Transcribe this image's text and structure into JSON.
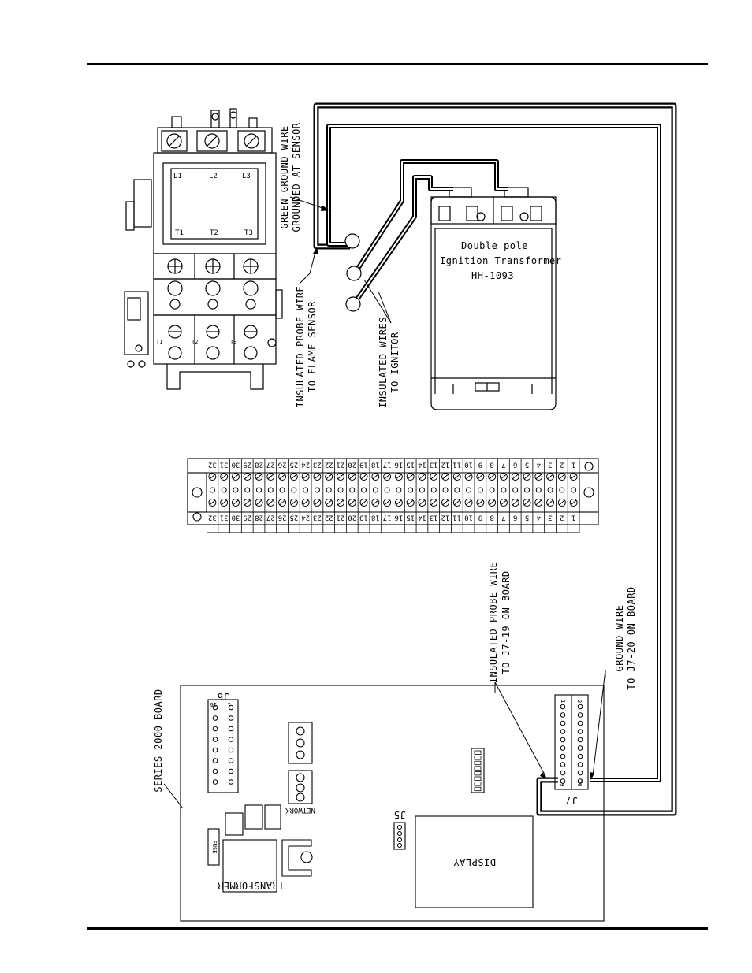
{
  "contactor": {
    "line_labels": [
      "L1",
      "L2",
      "L3"
    ],
    "load_labels": [
      "T1",
      "T2",
      "T3"
    ],
    "side_labels": [
      "T1",
      "T2",
      "T3"
    ]
  },
  "labels": {
    "green_ground_1": "GREEN GROUND WIRE",
    "green_ground_2": "GROUNDED AT SENSOR",
    "probe_sensor_1": "INSULATED PROBE WIRE",
    "probe_sensor_2": "TO FLAME SENSOR",
    "ignitor_1": "INSULATED WIRES",
    "ignitor_2": "TO IGNITOR",
    "probe_board_1": "INSULATED PROBE WIRE",
    "probe_board_2": "TO J7-19 ON BOARD",
    "ground_board_1": "GROUND WIRE",
    "ground_board_2": "TO J7-20 ON BOARD",
    "series_board": "SERIES 2000 BOARD"
  },
  "transformer": {
    "line1": "Double pole",
    "line2": "Ignition Transformer",
    "line3": "HH-1093"
  },
  "terminal_strip": {
    "left_numbers": [
      "1",
      "2",
      "3",
      "4",
      "5",
      "6",
      "7",
      "8",
      "9",
      "10",
      "11",
      "12",
      "13",
      "14",
      "15",
      "16",
      "17",
      "18",
      "19",
      "20",
      "21",
      "22",
      "23",
      "24",
      "25",
      "26",
      "27",
      "28",
      "29",
      "30",
      "31",
      "32"
    ],
    "right_numbers": [
      "1",
      "2",
      "3",
      "4",
      "5",
      "6",
      "7",
      "8",
      "9",
      "10",
      "11",
      "12",
      "13",
      "14",
      "15",
      "16",
      "17",
      "18",
      "19",
      "20",
      "21",
      "22",
      "23",
      "24",
      "25",
      "26",
      "27",
      "28",
      "29",
      "30",
      "31",
      "32"
    ]
  },
  "board": {
    "j6": "J6",
    "j6_pin_first": "1",
    "j6_pin_last": "16",
    "j7": "J7",
    "j7_pin_1": "1",
    "j7_pin_2": "2",
    "j7_pin_19": "19",
    "j7_pin_20": "20",
    "j5": "J5",
    "network": "NETWORK",
    "fuse": "FUSE",
    "transformer": "TRANSFORMER",
    "display": "DISPLAY"
  }
}
